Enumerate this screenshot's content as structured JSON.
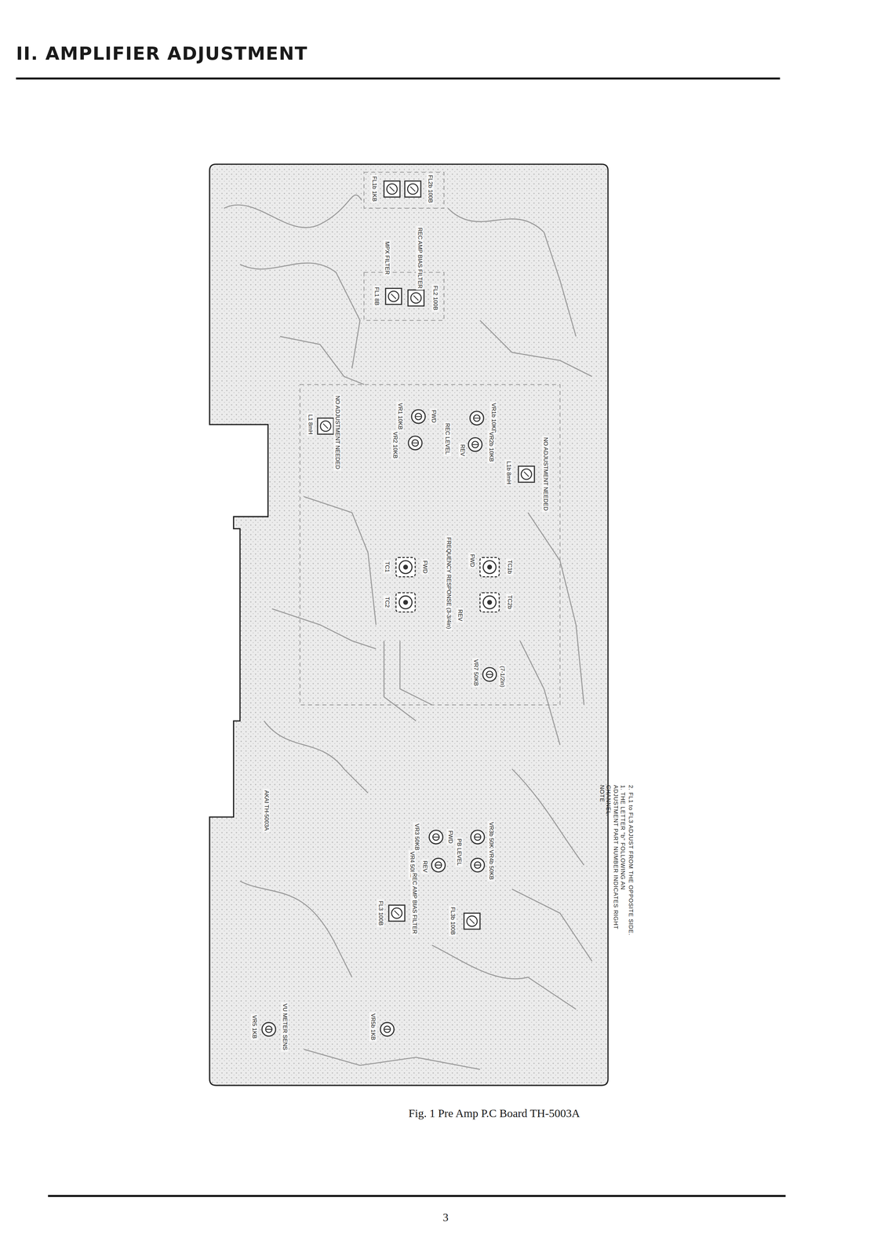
{
  "diagram": {
    "title": "II. AMPLIFIER ADJUSTMENT",
    "caption": "Fig. 1 Pre Amp P.C Board TH-5003A",
    "labels": [
      "FL1b 1KB",
      "FL2b 100B",
      "MPX FILTER",
      "REC AMP BIAS FILTER",
      "FL1 8B",
      "FL2 100B",
      "L1 8mH",
      "NO ADJUSTMENT NEEDED",
      "VR1 10KB",
      "VR2 10KB",
      "FWD",
      "REC LEVEL",
      "REV",
      "VR1b 10KB",
      "VR2b 10KB",
      "L1b 8mH",
      "NO ADJUSTMENT NEEDED",
      "TC1",
      "TC2",
      "FWD",
      "FREQUENCY RESPONSE (3-3/4in)",
      "REV",
      "FWD",
      "TC1b",
      "TC2b",
      "VR7 50KB",
      "(7-1/2in)",
      "VR3 50KB",
      "VR4 50KB",
      "REV",
      "FWD",
      "PB LEVEL",
      "VR3b 50KB",
      "VR4b 50KB",
      "FL3 100B",
      "REC AMP BIAS FILTER",
      "FL3b 100B",
      "VR5 1KB",
      "VU METER SENS",
      "VR5b 1KB",
      "AKAI TH-5003A",
      "NOTE",
      "1. THE LETTER \"b\" FOLLOWING AN ADJUSTMENT PART NUMBER INDICATES RIGHT CHANNEL.",
      "2. FL1 to FL3 ADJUST FROM THE OPPOSITE SIDE.",
      "3"
    ]
  }
}
